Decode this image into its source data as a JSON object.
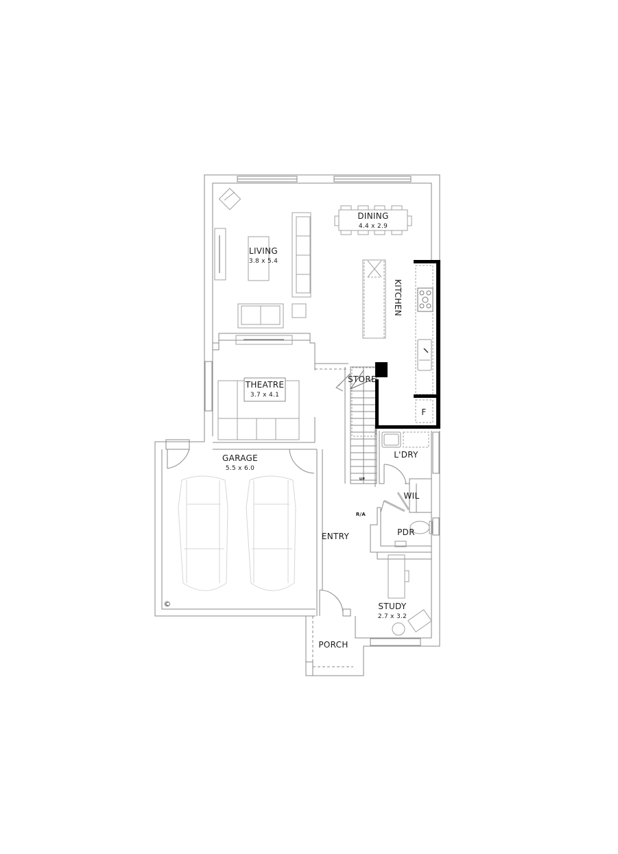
{
  "plan": {
    "colors": {
      "wall": "#8a8a8a",
      "furniture": "#a0a0a0",
      "solid_wall": "#000000",
      "car": "#d6d6d6",
      "text": "#1a1a1a"
    },
    "rooms": {
      "living": {
        "name": "LIVING",
        "dims": "3.8 x 5.4"
      },
      "dining": {
        "name": "DINING",
        "dims": "4.4 x 2.9"
      },
      "kitchen": {
        "name": "KITCHEN"
      },
      "theatre": {
        "name": "THEATRE",
        "dims": "3.7 x 4.1"
      },
      "store": {
        "name": "STORE"
      },
      "fridge": {
        "name": "F"
      },
      "garage": {
        "name": "GARAGE",
        "dims": "5.5 x 6.0"
      },
      "laundry": {
        "name": "L'DRY"
      },
      "wil": {
        "name": "WIL"
      },
      "pdr": {
        "name": "PDR"
      },
      "entry": {
        "name": "ENTRY"
      },
      "study": {
        "name": "STUDY",
        "dims": "2.7 x 3.2"
      },
      "porch": {
        "name": "PORCH"
      }
    },
    "annotations": {
      "stairs_up": "UP",
      "return_air": "R/A",
      "copyright": "©"
    }
  }
}
